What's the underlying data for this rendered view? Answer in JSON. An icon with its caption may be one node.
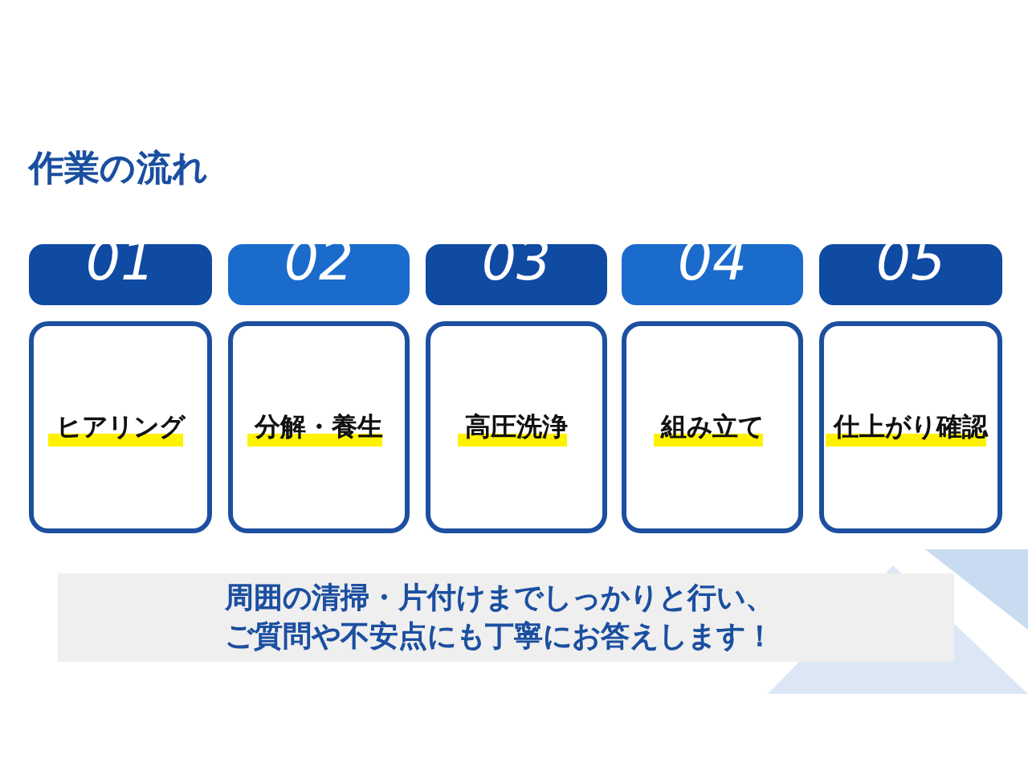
{
  "diagram": {
    "title": "作業の流れ",
    "nodes": [
      {
        "text": [
          "01"
        ]
      },
      {
        "text": [
          "02"
        ]
      },
      {
        "text": [
          "03"
        ]
      },
      {
        "text": [
          "04"
        ]
      },
      {
        "text": [
          "05"
        ]
      },
      {
        "text": [
          "ヒアリング"
        ]
      },
      {
        "text": [
          "分解・養生"
        ]
      },
      {
        "text": [
          "高圧洗浄"
        ]
      },
      {
        "text": [
          "組み立て"
        ]
      },
      {
        "text": [
          "仕上がり確認"
        ]
      },
      {
        "text": [
          "周囲の清掃・片付けまでしっかりと行い、ご質問や不安点にも丁寧にお答えします！"
        ]
      }
    ]
  }
}
